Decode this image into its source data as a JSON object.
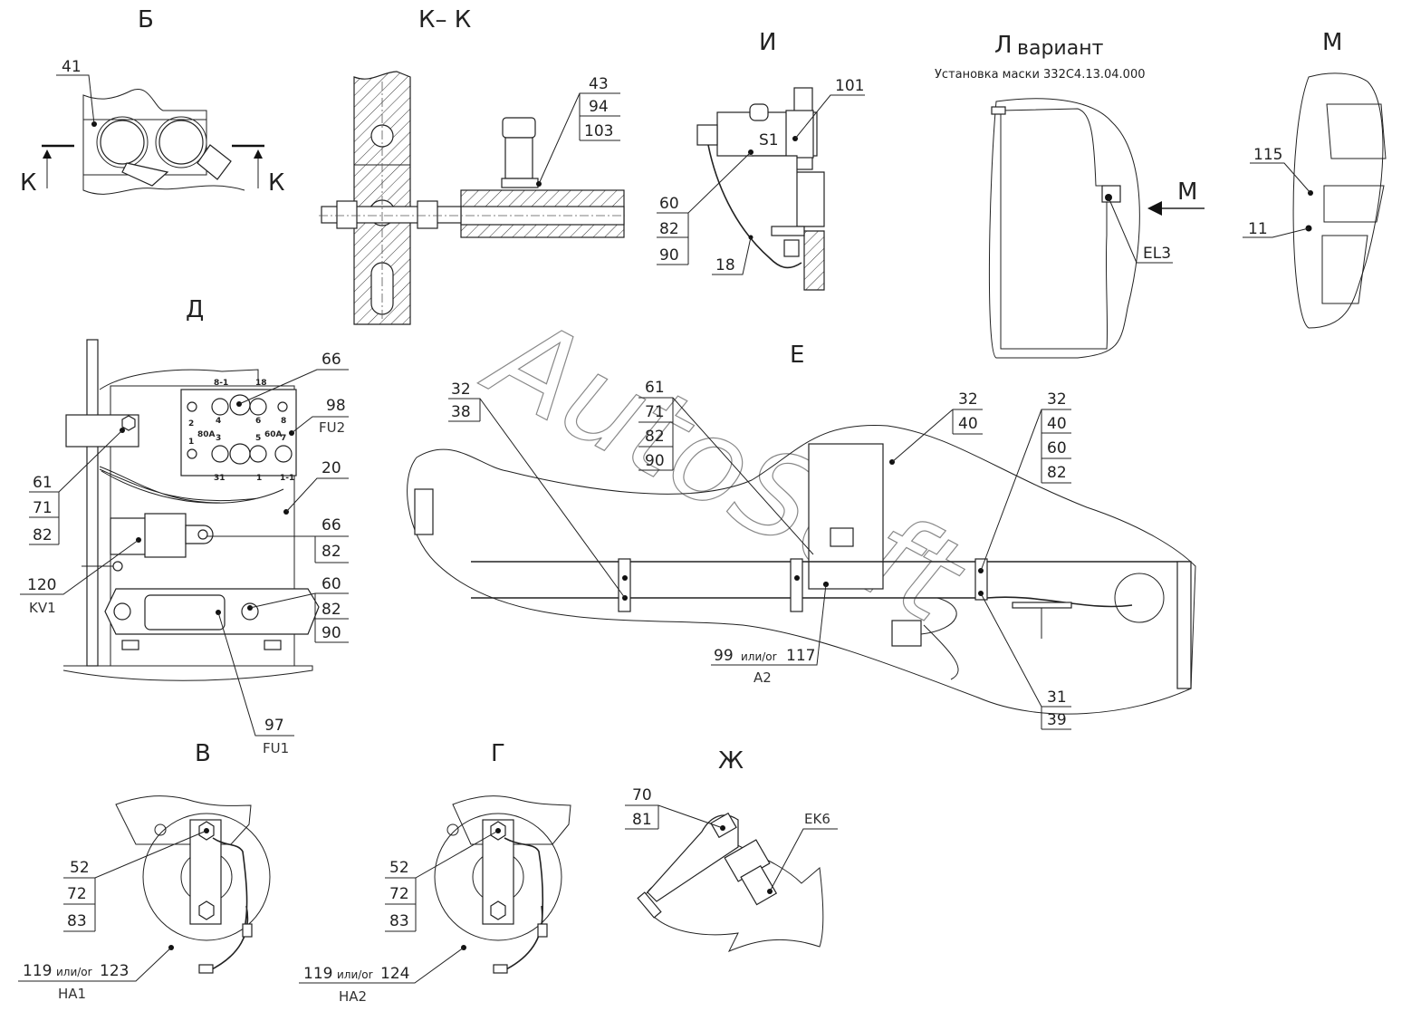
{
  "views": {
    "b": {
      "title": "Б",
      "callouts": [
        "41"
      ],
      "section_marks": [
        "К",
        "К"
      ]
    },
    "kk": {
      "title": "К– К",
      "callouts": [
        "43",
        "94",
        "103"
      ]
    },
    "i": {
      "title": "И",
      "component": "S1",
      "callouts_top": [
        "101"
      ],
      "callouts_stack": [
        "60",
        "82",
        "90"
      ],
      "callout_wire": "18"
    },
    "l": {
      "title": "Л",
      "title_suffix": "вариант",
      "subtitle": "Установка маски 332С4.13.04.000",
      "callout": "EL3",
      "view_arrow": "М"
    },
    "m": {
      "title": "М",
      "callouts": [
        "115",
        "11"
      ]
    },
    "d": {
      "title": "Д",
      "fuse_block": {
        "terminals": [
          "1",
          "2",
          "3",
          "4",
          "5",
          "6",
          "7",
          "8"
        ],
        "ratings": [
          "80A",
          "60A"
        ],
        "wire_tags": [
          "8-1",
          "18",
          "31",
          "1",
          "1-1"
        ]
      },
      "callouts": {
        "top_right": "66",
        "fu2_num": "98",
        "fu2_desig": "FU2",
        "panel": "20",
        "left_stack": [
          "61",
          "71",
          "82"
        ],
        "relay_stack": [
          "66",
          "82"
        ],
        "relay_num": "120",
        "relay_desig": "KV1",
        "fu1_stack": [
          "60",
          "82",
          "90"
        ],
        "fu1_num": "97",
        "fu1_desig": "FU1"
      }
    },
    "e": {
      "title": "Е",
      "callouts": {
        "left_stack": [
          "32",
          "38"
        ],
        "mid_stack": [
          "61",
          "71",
          "82",
          "90"
        ],
        "top_right_stack": [
          "32",
          "40"
        ],
        "far_right_stack": [
          "32",
          "40",
          "60",
          "82"
        ],
        "bottom_right_stack": [
          "31",
          "39"
        ],
        "a2_label": "99",
        "a2_or": "или/or",
        "a2_alt": "117",
        "a2_desig": "A2"
      }
    },
    "v": {
      "title": "В",
      "callouts_stack": [
        "52",
        "72",
        "83"
      ],
      "horn_num": "119",
      "horn_or": "или/or",
      "horn_alt": "123",
      "horn_desig": "HA1"
    },
    "g": {
      "title": "Г",
      "callouts_stack": [
        "52",
        "72",
        "83"
      ],
      "horn_num": "119",
      "horn_or": "или/or",
      "horn_alt": "124",
      "horn_desig": "HA2"
    },
    "zh": {
      "title": "Ж",
      "callouts_stack": [
        "70",
        "81"
      ],
      "component": "EK6"
    }
  },
  "watermark": "AutoSoft"
}
